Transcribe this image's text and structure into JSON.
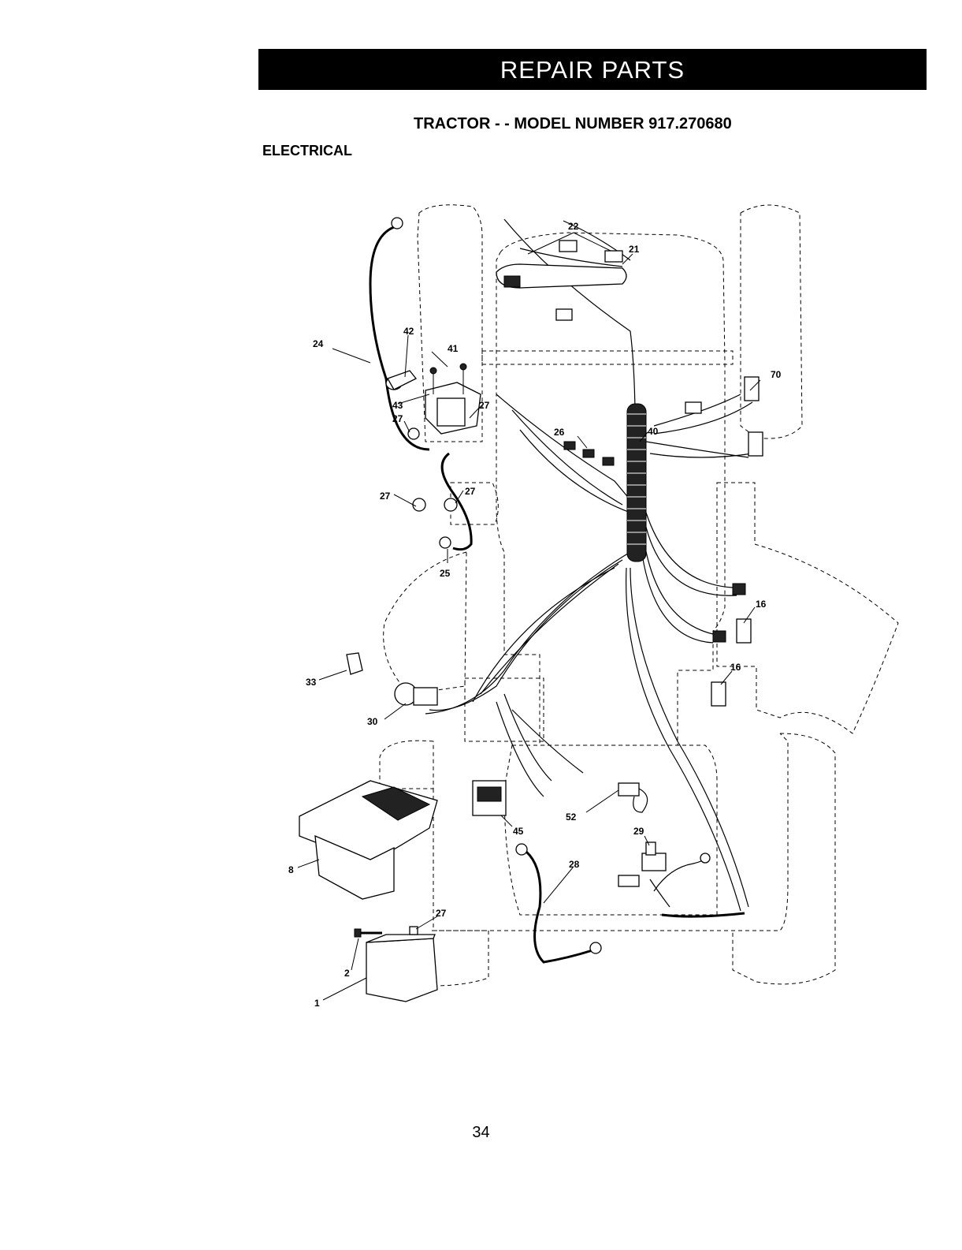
{
  "header": {
    "banner": "REPAIR PARTS",
    "model_line": "TRACTOR - - MODEL NUMBER 917.270680",
    "section": "ELECTRICAL"
  },
  "callouts": [
    "22",
    "21",
    "24",
    "42",
    "41",
    "43",
    "27",
    "27",
    "70",
    "26",
    "40",
    "27",
    "27",
    "25",
    "16",
    "16",
    "33",
    "30",
    "8",
    "45",
    "52",
    "29",
    "28",
    "27",
    "2",
    "1"
  ],
  "footer": {
    "page_number": "34"
  }
}
